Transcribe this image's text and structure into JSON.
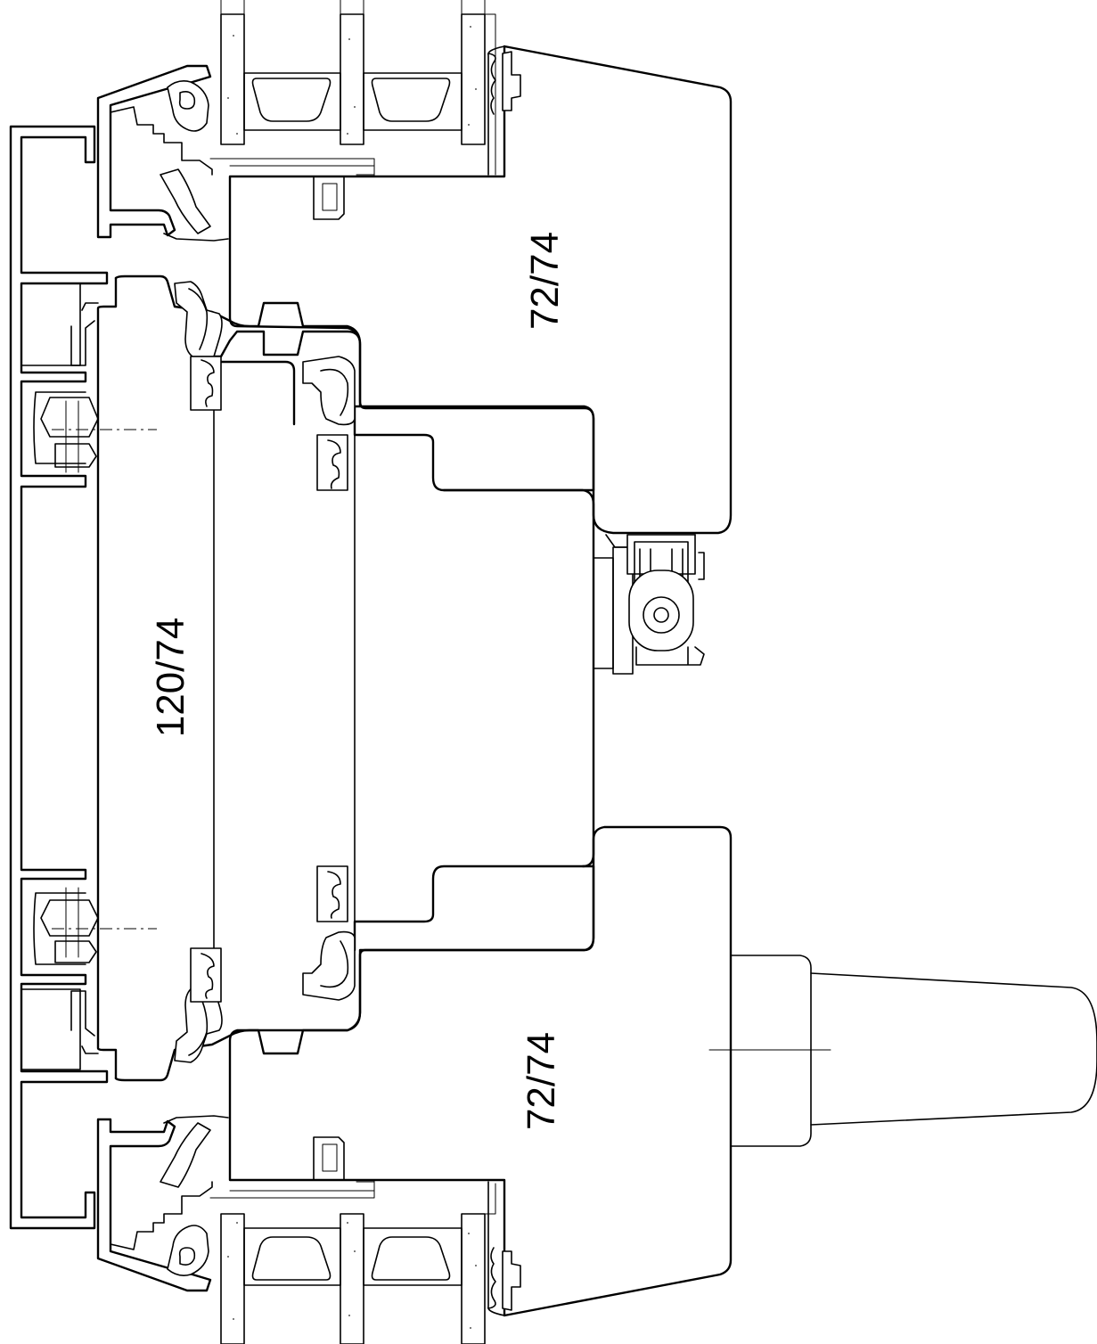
{
  "labels": {
    "sash_top": "72/74",
    "frame_center": "120/74",
    "sash_bottom": "72/74"
  }
}
